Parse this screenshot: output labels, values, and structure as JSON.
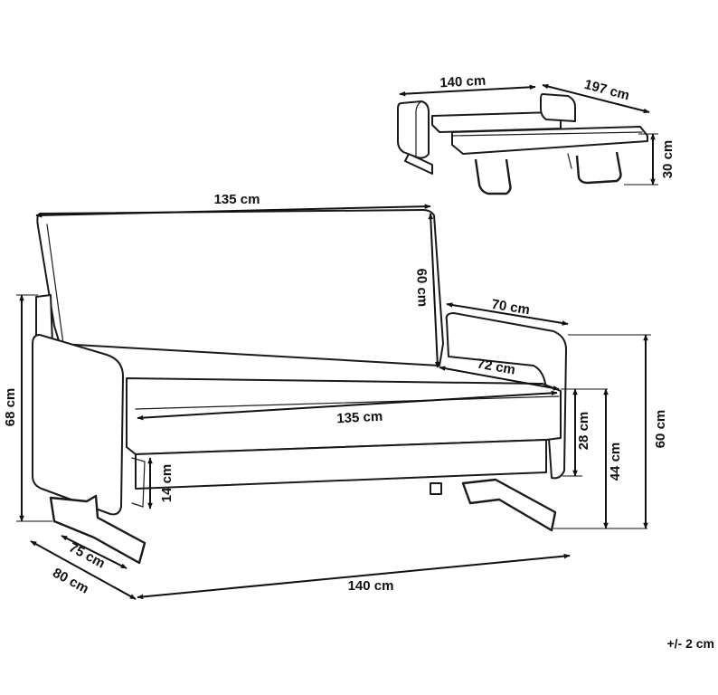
{
  "sofa_dimensions": {
    "backrest_width": "135 cm",
    "backrest_height": "60 cm",
    "armrest_length": "70 cm",
    "seat_depth": "72 cm",
    "seat_width": "135 cm",
    "seat_cushion_height": "28 cm",
    "seat_height": "44 cm",
    "armrest_height": "60 cm",
    "total_height": "68 cm",
    "base_height": "14 cm",
    "depth_75": "75 cm",
    "depth_80": "80 cm",
    "total_width": "140 cm"
  },
  "bed_dimensions": {
    "width": "140 cm",
    "length": "197 cm",
    "height": "30 cm"
  },
  "tolerance": "+/- 2 cm"
}
